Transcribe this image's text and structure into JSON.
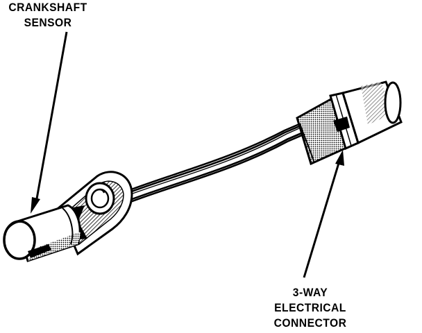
{
  "labels": {
    "crankshaft_sensor": {
      "line1": "CRANKSHAFT",
      "line2": "SENSOR"
    },
    "connector": {
      "line1": "3-WAY",
      "line2": "ELECTRICAL",
      "line3": "CONNECTOR"
    }
  },
  "colors": {
    "ink": "#000000",
    "paper": "#ffffff",
    "shade": "#6a6a6a"
  }
}
